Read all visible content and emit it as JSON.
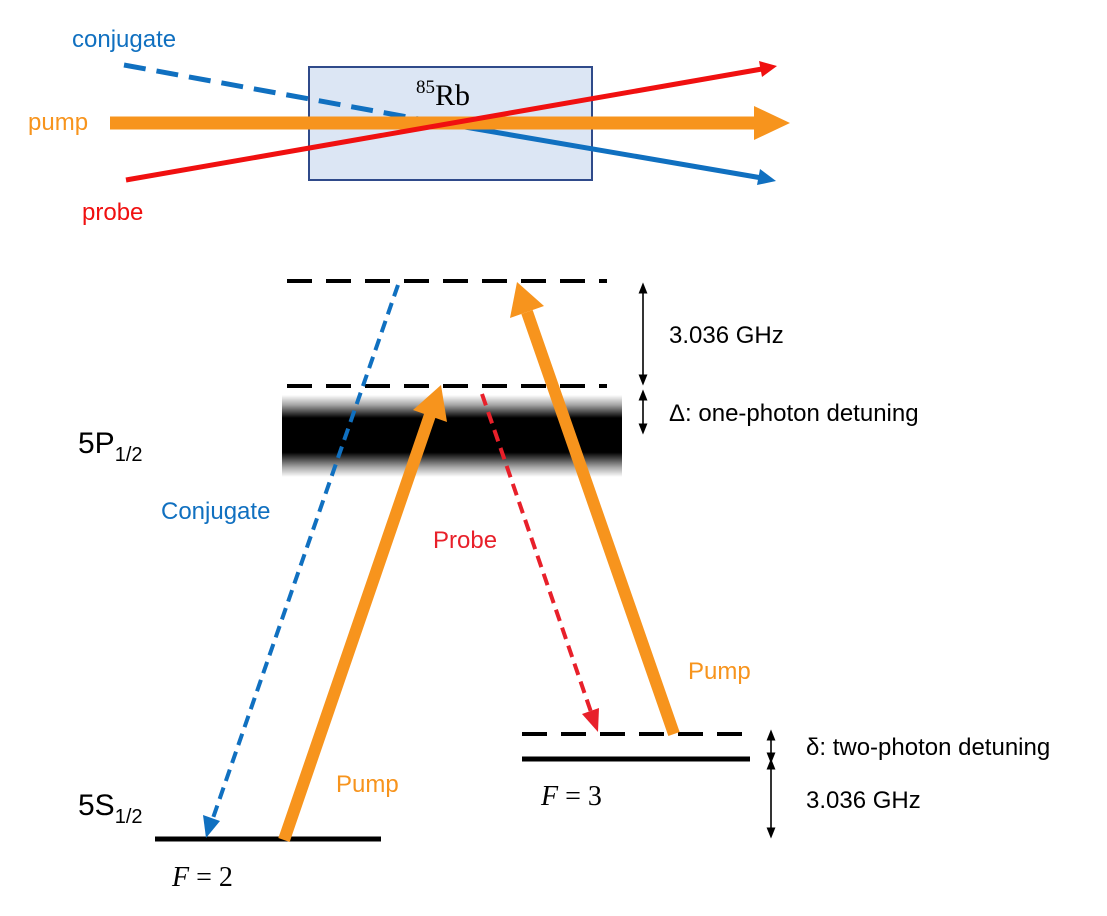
{
  "colors": {
    "conjugate": "#1070C0",
    "pump": "#F7941D",
    "probe_beam": "#F01010",
    "probe_transition": "#E8202A",
    "cell_fill": "#DCE6F4",
    "cell_stroke": "#2F4A8A",
    "level": "#000000"
  },
  "beam_diagram": {
    "conjugate_label": "conjugate",
    "pump_label": "pump",
    "probe_label": "probe",
    "cell": {
      "isotope_mass": "85",
      "element": "Rb"
    }
  },
  "level_diagram": {
    "excited_state": {
      "main": "5P",
      "sub": "1/2"
    },
    "ground_state": {
      "main": "5S",
      "sub": "1/2"
    },
    "ground_f2": {
      "var": "F",
      "eq": " = 2"
    },
    "ground_f3": {
      "var": "F",
      "eq": " = 3"
    },
    "transitions": {
      "conjugate": "Conjugate",
      "probe": "Probe",
      "pump_left": "Pump",
      "pump_right": "Pump"
    },
    "annotations": {
      "upper_splitting": "3.036 GHz",
      "one_photon": "Δ: one-photon detuning",
      "two_photon": "δ: two-photon detuning",
      "ground_splitting": "3.036 GHz"
    }
  }
}
